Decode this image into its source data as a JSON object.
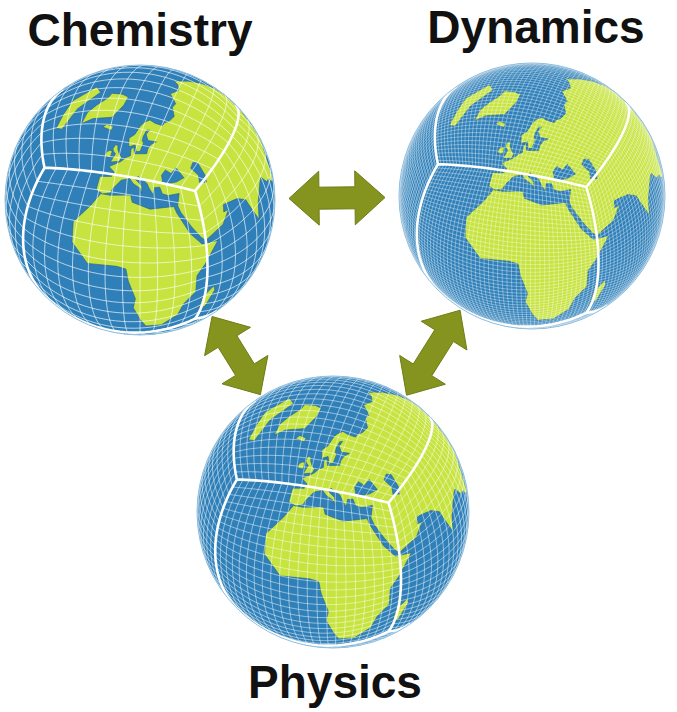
{
  "diagram": {
    "nodes": [
      {
        "text": [
          "Chemistry"
        ]
      },
      {
        "text": [
          "Dynamics"
        ]
      },
      {
        "text": [
          "Physics"
        ]
      }
    ],
    "edges": [
      {
        "from": 0,
        "to": 1,
        "arrow": "both"
      },
      {
        "from": 0,
        "to": 2,
        "arrow": "both"
      },
      {
        "from": 1,
        "to": 2,
        "arrow": "both"
      }
    ]
  }
}
